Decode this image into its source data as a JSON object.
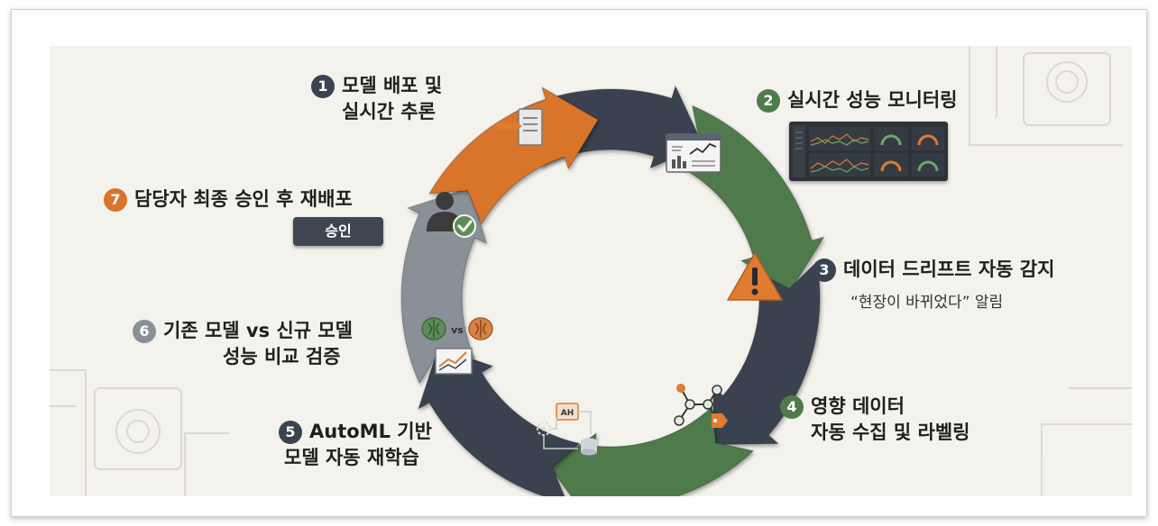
{
  "steps": [
    {
      "num": "1",
      "lines": [
        "모델 배포 및",
        "실시간 추론"
      ],
      "color": "#3a4350",
      "icon": "server-icon"
    },
    {
      "num": "2",
      "lines": [
        "실시간 성능 모니터링"
      ],
      "color": "#4f7a4b",
      "icon": "chart-monitor-icon"
    },
    {
      "num": "3",
      "lines": [
        "데이터 드리프트 자동 감지"
      ],
      "sub": "“현장이 바뀌었다” 알림",
      "color": "#3a4350",
      "icon": "warning-icon"
    },
    {
      "num": "4",
      "lines": [
        "영향 데이터",
        "자동 수집 및 라벨링"
      ],
      "color": "#4f7a4b",
      "icon": "data-tag-icon"
    },
    {
      "num": "5",
      "lines": [
        "AutoML 기반",
        "모델 자동 재학습"
      ],
      "color": "#3a4350",
      "icon": "automl-icon"
    },
    {
      "num": "6",
      "lines": [
        "기존 모델 vs 신규 모델",
        "성능 비교 검증"
      ],
      "color": "#8a9098",
      "icon": "brain-compare-icon"
    },
    {
      "num": "7",
      "lines": [
        "담당자 최종 승인 후 재배포"
      ],
      "color": "#d9742c",
      "icon": "user-check-icon"
    }
  ],
  "approve_button": "승인",
  "compare_text": "vs",
  "automl_icon_text": "AH",
  "colors": {
    "dark_slate": "#3a4350",
    "green": "#4f7a4b",
    "orange": "#d9742c",
    "gray": "#8a9098",
    "background": "#f3f2ed"
  }
}
